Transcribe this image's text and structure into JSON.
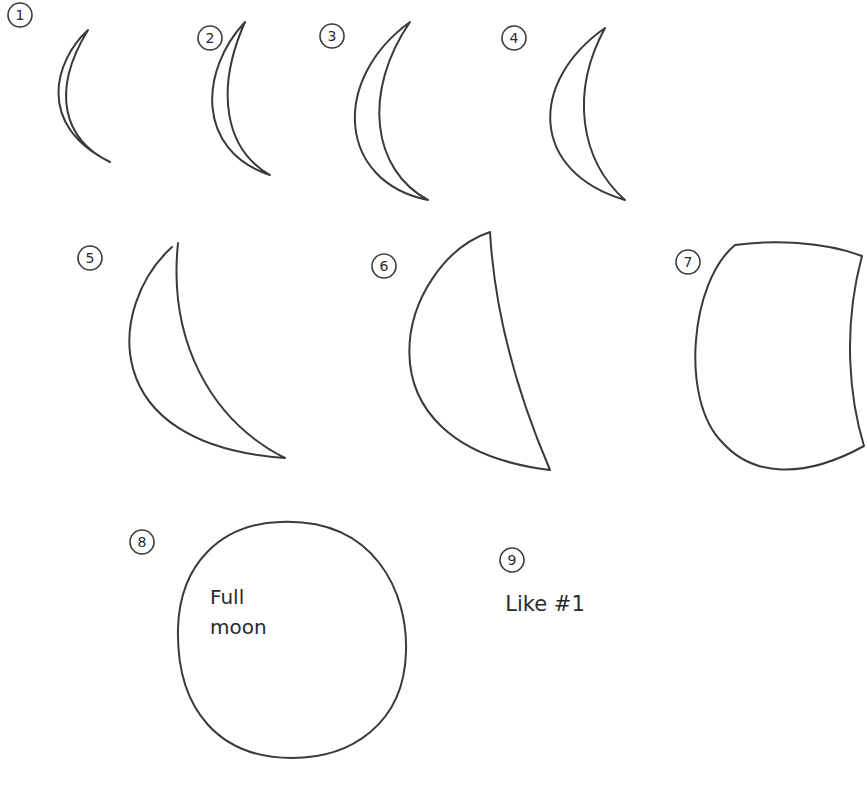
{
  "diagram": {
    "nodes": [
      {
        "text": [
          "Full moon"
        ]
      }
    ],
    "labels": [
      "1",
      "2",
      "3",
      "4",
      "5",
      "6",
      "7",
      "8",
      "9",
      "Like #1"
    ]
  }
}
